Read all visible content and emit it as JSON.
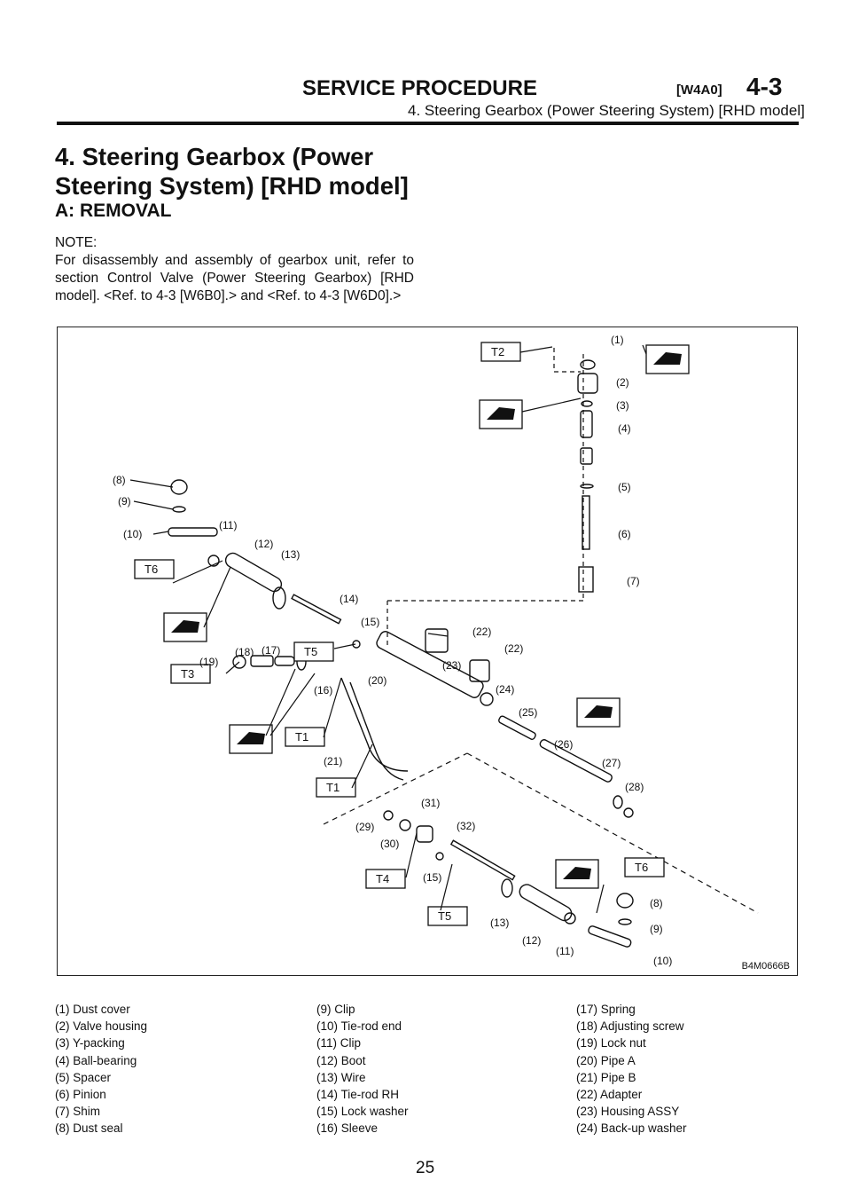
{
  "header": {
    "title": "SERVICE PROCEDURE",
    "code": "[W4A0]",
    "section": "4-3",
    "subtitle": "4. Steering Gearbox (Power Steering System) [RHD model]"
  },
  "section_title_line1": "4. Steering Gearbox (Power",
  "section_title_line2": "Steering System) [RHD model]",
  "subsection_title": "A: REMOVAL",
  "note": {
    "label": "NOTE:",
    "text": "For disassembly and assembly of gearbox unit, refer to section Control Valve (Power Steering Gearbox) [RHD model]. <Ref. to 4-3 [W6B0].> and <Ref. to 4-3 [W6D0].>"
  },
  "figure": {
    "id": "B4M0666B",
    "callouts": [
      "(1)",
      "(2)",
      "(3)",
      "(4)",
      "(5)",
      "(6)",
      "(7)",
      "(8)",
      "(9)",
      "(10)",
      "(11)",
      "(12)",
      "(13)",
      "(14)",
      "(15)",
      "(22)",
      "(22)",
      "(23)",
      "(24)",
      "(25)",
      "(26)",
      "(27)",
      "(28)",
      "(19)",
      "(18)",
      "(17)",
      "(16)",
      "(20)",
      "(21)",
      "(29)",
      "(30)",
      "(31)",
      "(32)",
      "(15)",
      "(13)",
      "(12)",
      "(11)",
      "(8)",
      "(9)",
      "(10)"
    ],
    "torque_labels": [
      "T2",
      "T6",
      "T5",
      "T3",
      "T1",
      "T1",
      "T4",
      "T5",
      "T6"
    ]
  },
  "legend_columns": [
    [
      "(1) Dust cover",
      "(2) Valve housing",
      "(3) Y-packing",
      "(4) Ball-bearing",
      "(5) Spacer",
      "(6) Pinion",
      "(7) Shim",
      "(8) Dust seal"
    ],
    [
      "(9) Clip",
      "(10) Tie-rod end",
      "(11) Clip",
      "(12) Boot",
      "(13) Wire",
      "(14) Tie-rod RH",
      "(15) Lock washer",
      "(16) Sleeve"
    ],
    [
      "(17) Spring",
      "(18) Adjusting screw",
      "(19) Lock nut",
      "(20) Pipe A",
      "(21) Pipe B",
      "(22) Adapter",
      "(23) Housing ASSY",
      "(24) Back-up washer"
    ]
  ],
  "page_number": "25"
}
